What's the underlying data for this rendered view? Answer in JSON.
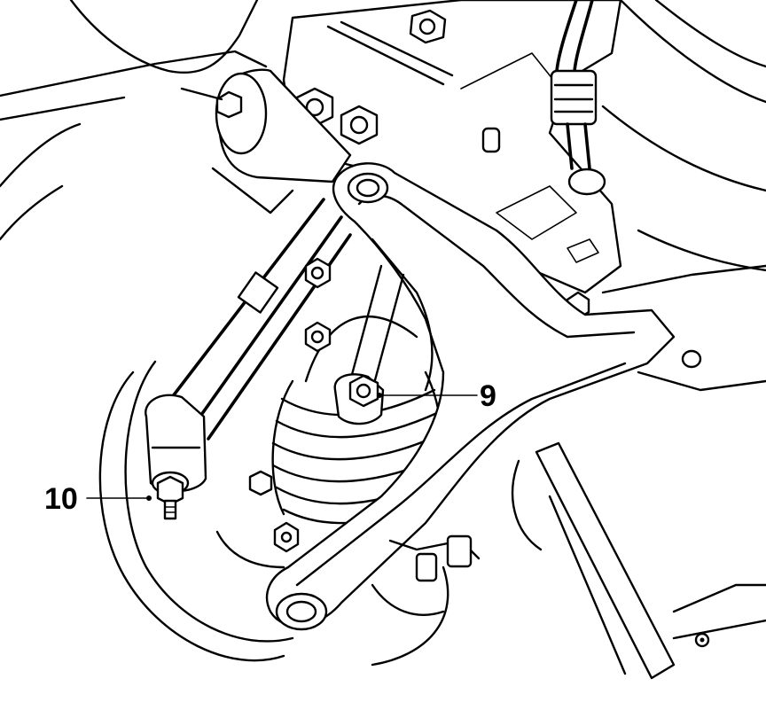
{
  "callouts": [
    {
      "id": "9",
      "label": "9"
    },
    {
      "id": "10",
      "label": "10"
    }
  ],
  "colors": {
    "line": "#000000",
    "background": "#ffffff"
  }
}
